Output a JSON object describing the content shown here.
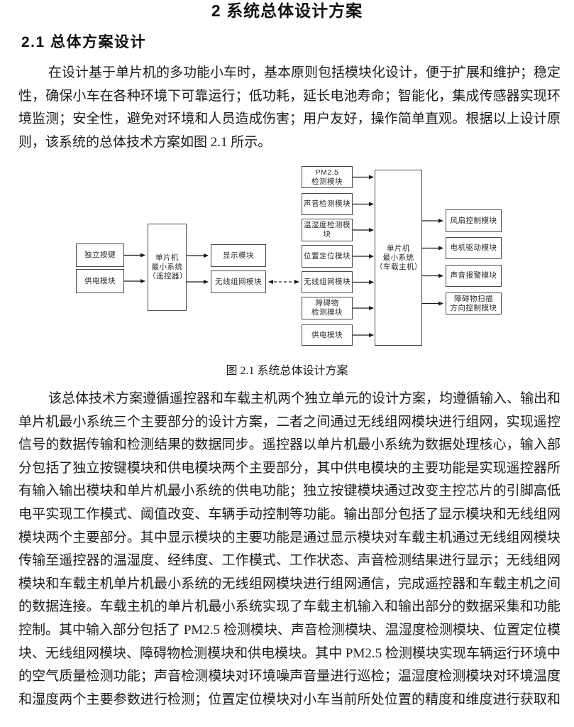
{
  "colors": {
    "background": "#ffffff",
    "text": "#1c1c1c",
    "box_border": "#4a4a4a"
  },
  "document": {
    "title": "2 系统总体设计方案",
    "section_heading": "2.1 总体方案设计",
    "paragraph1_lines": [
      "在设计基于单片机的多功能小车时，基本原则包括模块化设计，便于扩展和维护；稳定",
      "性，确保小车在各种环境下可靠运行；低功耗，延长电池寿命；智能化，集成传感器实现环",
      "境监测；安全性，避免对环境和人员造成伤害；用户友好，操作简单直观。根据以上设计原",
      "则，该系统的总体技术方案如图 2.1 所示。"
    ],
    "figure_caption": "图 2.1 系统总体设计方案",
    "paragraph2_lines": [
      "该总体技术方案遵循遥控器和车载主机两个独立单元的设计方案，均遵循输入、输出和",
      "单片机最小系统三个主要部分的设计方案，二者之间通过无线组网模块进行组网，实现遥控",
      "信号的数据传输和检测结果的数据同步。遥控器以单片机最小系统为数据处理核心，输入部",
      "分包括了独立按键模块和供电模块两个主要部分，其中供电模块的主要功能是实现遥控器所",
      "有输入输出模块和单片机最小系统的供电功能；独立按键模块通过改变主控芯片的引脚高低",
      "电平实现工作模式、阈值改变、车辆手动控制等功能。输出部分包括了显示模块和无线组网",
      "模块两个主要部分。其中显示模块的主要功能是通过显示模块对车载主机通过无线组网模块",
      "传输至遥控器的温湿度、经纬度、工作模式、工作状态、声音检测结果进行显示；无线组网",
      "模块和车载主机单片机最小系统的无线组网模块进行组网通信，完成遥控器和车载主机之间",
      "的数据连接。车载主机的单片机最小系统实现了车载主机输入和输出部分的数据采集和功能",
      "控制。其中输入部分包括了 PM2.5 检测模块、声音检测模块、温湿度检测模块、位置定位模",
      "块、无线组网模块、障碍物检测模块和供电模块。其中 PM2.5 检测模块实现车辆运行环境中",
      "的空气质量检测功能；声音检测模块对环境噪声音量进行巡检；温湿度检测模块对环境温度",
      "和湿度两个主要参数进行检测；位置定位模块对小车当前所处位置的精度和维度进行获取和"
    ]
  },
  "figure": {
    "nodes": [
      {
        "id": "key-module",
        "label": "独立按键"
      },
      {
        "id": "remote-power",
        "label": "供电模块"
      },
      {
        "id": "remote-mcu",
        "label": "单片机\n最小系统\n（遥控器）"
      },
      {
        "id": "display-module",
        "label": "显示模块"
      },
      {
        "id": "remote-wireless",
        "label": "无线组网模块"
      },
      {
        "id": "pm25-detect",
        "label": "PM2.5\n检测模块"
      },
      {
        "id": "sound-detect",
        "label": "声音检测模块"
      },
      {
        "id": "temp-humidity-detect",
        "label": "温湿度检测模块"
      },
      {
        "id": "position-locate",
        "label": "位置定位模块"
      },
      {
        "id": "host-wireless",
        "label": "无线组网模块"
      },
      {
        "id": "obstacle-detect",
        "label": "障碍物\n检测模块"
      },
      {
        "id": "host-power",
        "label": "供电模块"
      },
      {
        "id": "host-mcu",
        "label": "单片机\n最小系统\n（车载主机）"
      },
      {
        "id": "fan-control",
        "label": "风扇控制模块"
      },
      {
        "id": "motor-drive",
        "label": "电机驱动模块"
      },
      {
        "id": "sound-alarm",
        "label": "声音报警模块"
      },
      {
        "id": "obstacle-scan",
        "label": "障碍物扫描\n方向控制模块"
      }
    ],
    "edges": [
      {
        "from": "key-module",
        "to": "remote-mcu",
        "style": "solid-arrow"
      },
      {
        "from": "remote-power",
        "to": "remote-mcu",
        "style": "solid-arrow"
      },
      {
        "from": "remote-mcu",
        "to": "display-module",
        "style": "solid-arrow"
      },
      {
        "from": "remote-mcu",
        "to": "remote-wireless",
        "style": "solid-arrow"
      },
      {
        "from": "remote-wireless",
        "to": "host-wireless",
        "style": "dashed-double-arrow"
      },
      {
        "from": "pm25-detect",
        "to": "host-mcu",
        "style": "solid-arrow"
      },
      {
        "from": "sound-detect",
        "to": "host-mcu",
        "style": "solid-arrow"
      },
      {
        "from": "temp-humidity-detect",
        "to": "host-mcu",
        "style": "solid-arrow"
      },
      {
        "from": "position-locate",
        "to": "host-mcu",
        "style": "solid-arrow"
      },
      {
        "from": "host-wireless",
        "to": "host-mcu",
        "style": "solid-arrow"
      },
      {
        "from": "obstacle-detect",
        "to": "host-mcu",
        "style": "solid-arrow"
      },
      {
        "from": "host-power",
        "to": "host-mcu",
        "style": "solid-arrow"
      },
      {
        "from": "host-mcu",
        "to": "fan-control",
        "style": "solid-arrow"
      },
      {
        "from": "host-mcu",
        "to": "motor-drive",
        "style": "solid-arrow"
      },
      {
        "from": "host-mcu",
        "to": "sound-alarm",
        "style": "solid-arrow"
      },
      {
        "from": "host-mcu",
        "to": "obstacle-scan",
        "style": "solid-arrow"
      }
    ]
  }
}
